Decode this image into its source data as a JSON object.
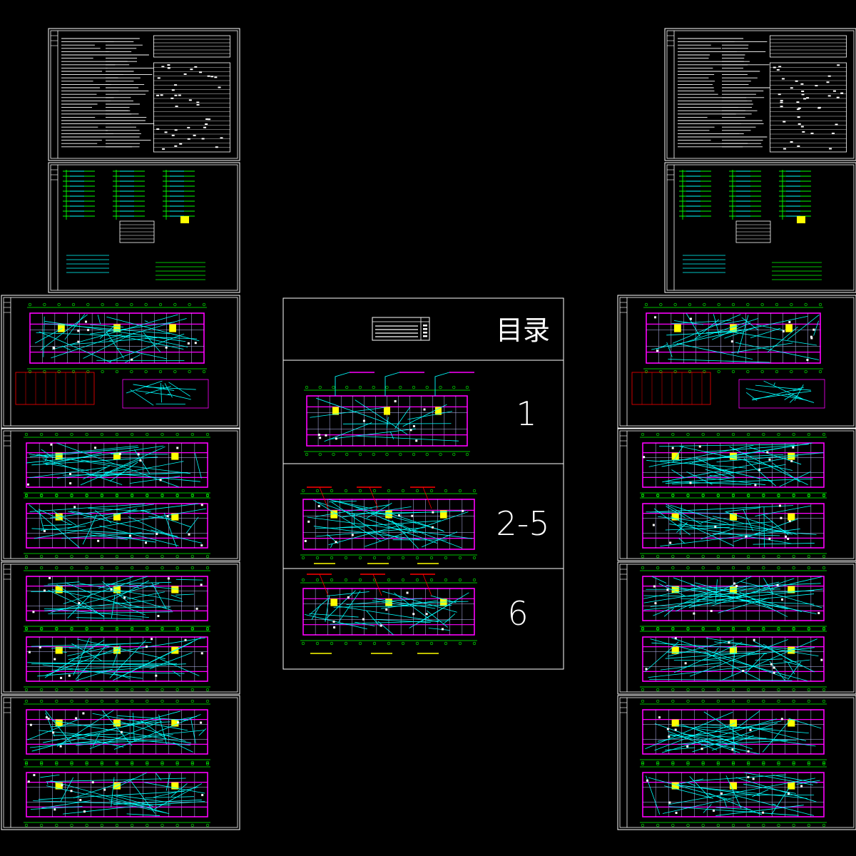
{
  "index_panel": {
    "title": "目录",
    "rows": [
      {
        "label": "1"
      },
      {
        "label": "2-5"
      },
      {
        "label": "6"
      }
    ]
  },
  "colors": {
    "background": "#000000",
    "frame": "#ffffff",
    "wall": "#ff00ff",
    "wiring": "#00ffff",
    "dimension": "#00ff00",
    "equipment": "#ffff00",
    "accent_red": "#ff0000",
    "accent_orange": "#ff8000"
  }
}
